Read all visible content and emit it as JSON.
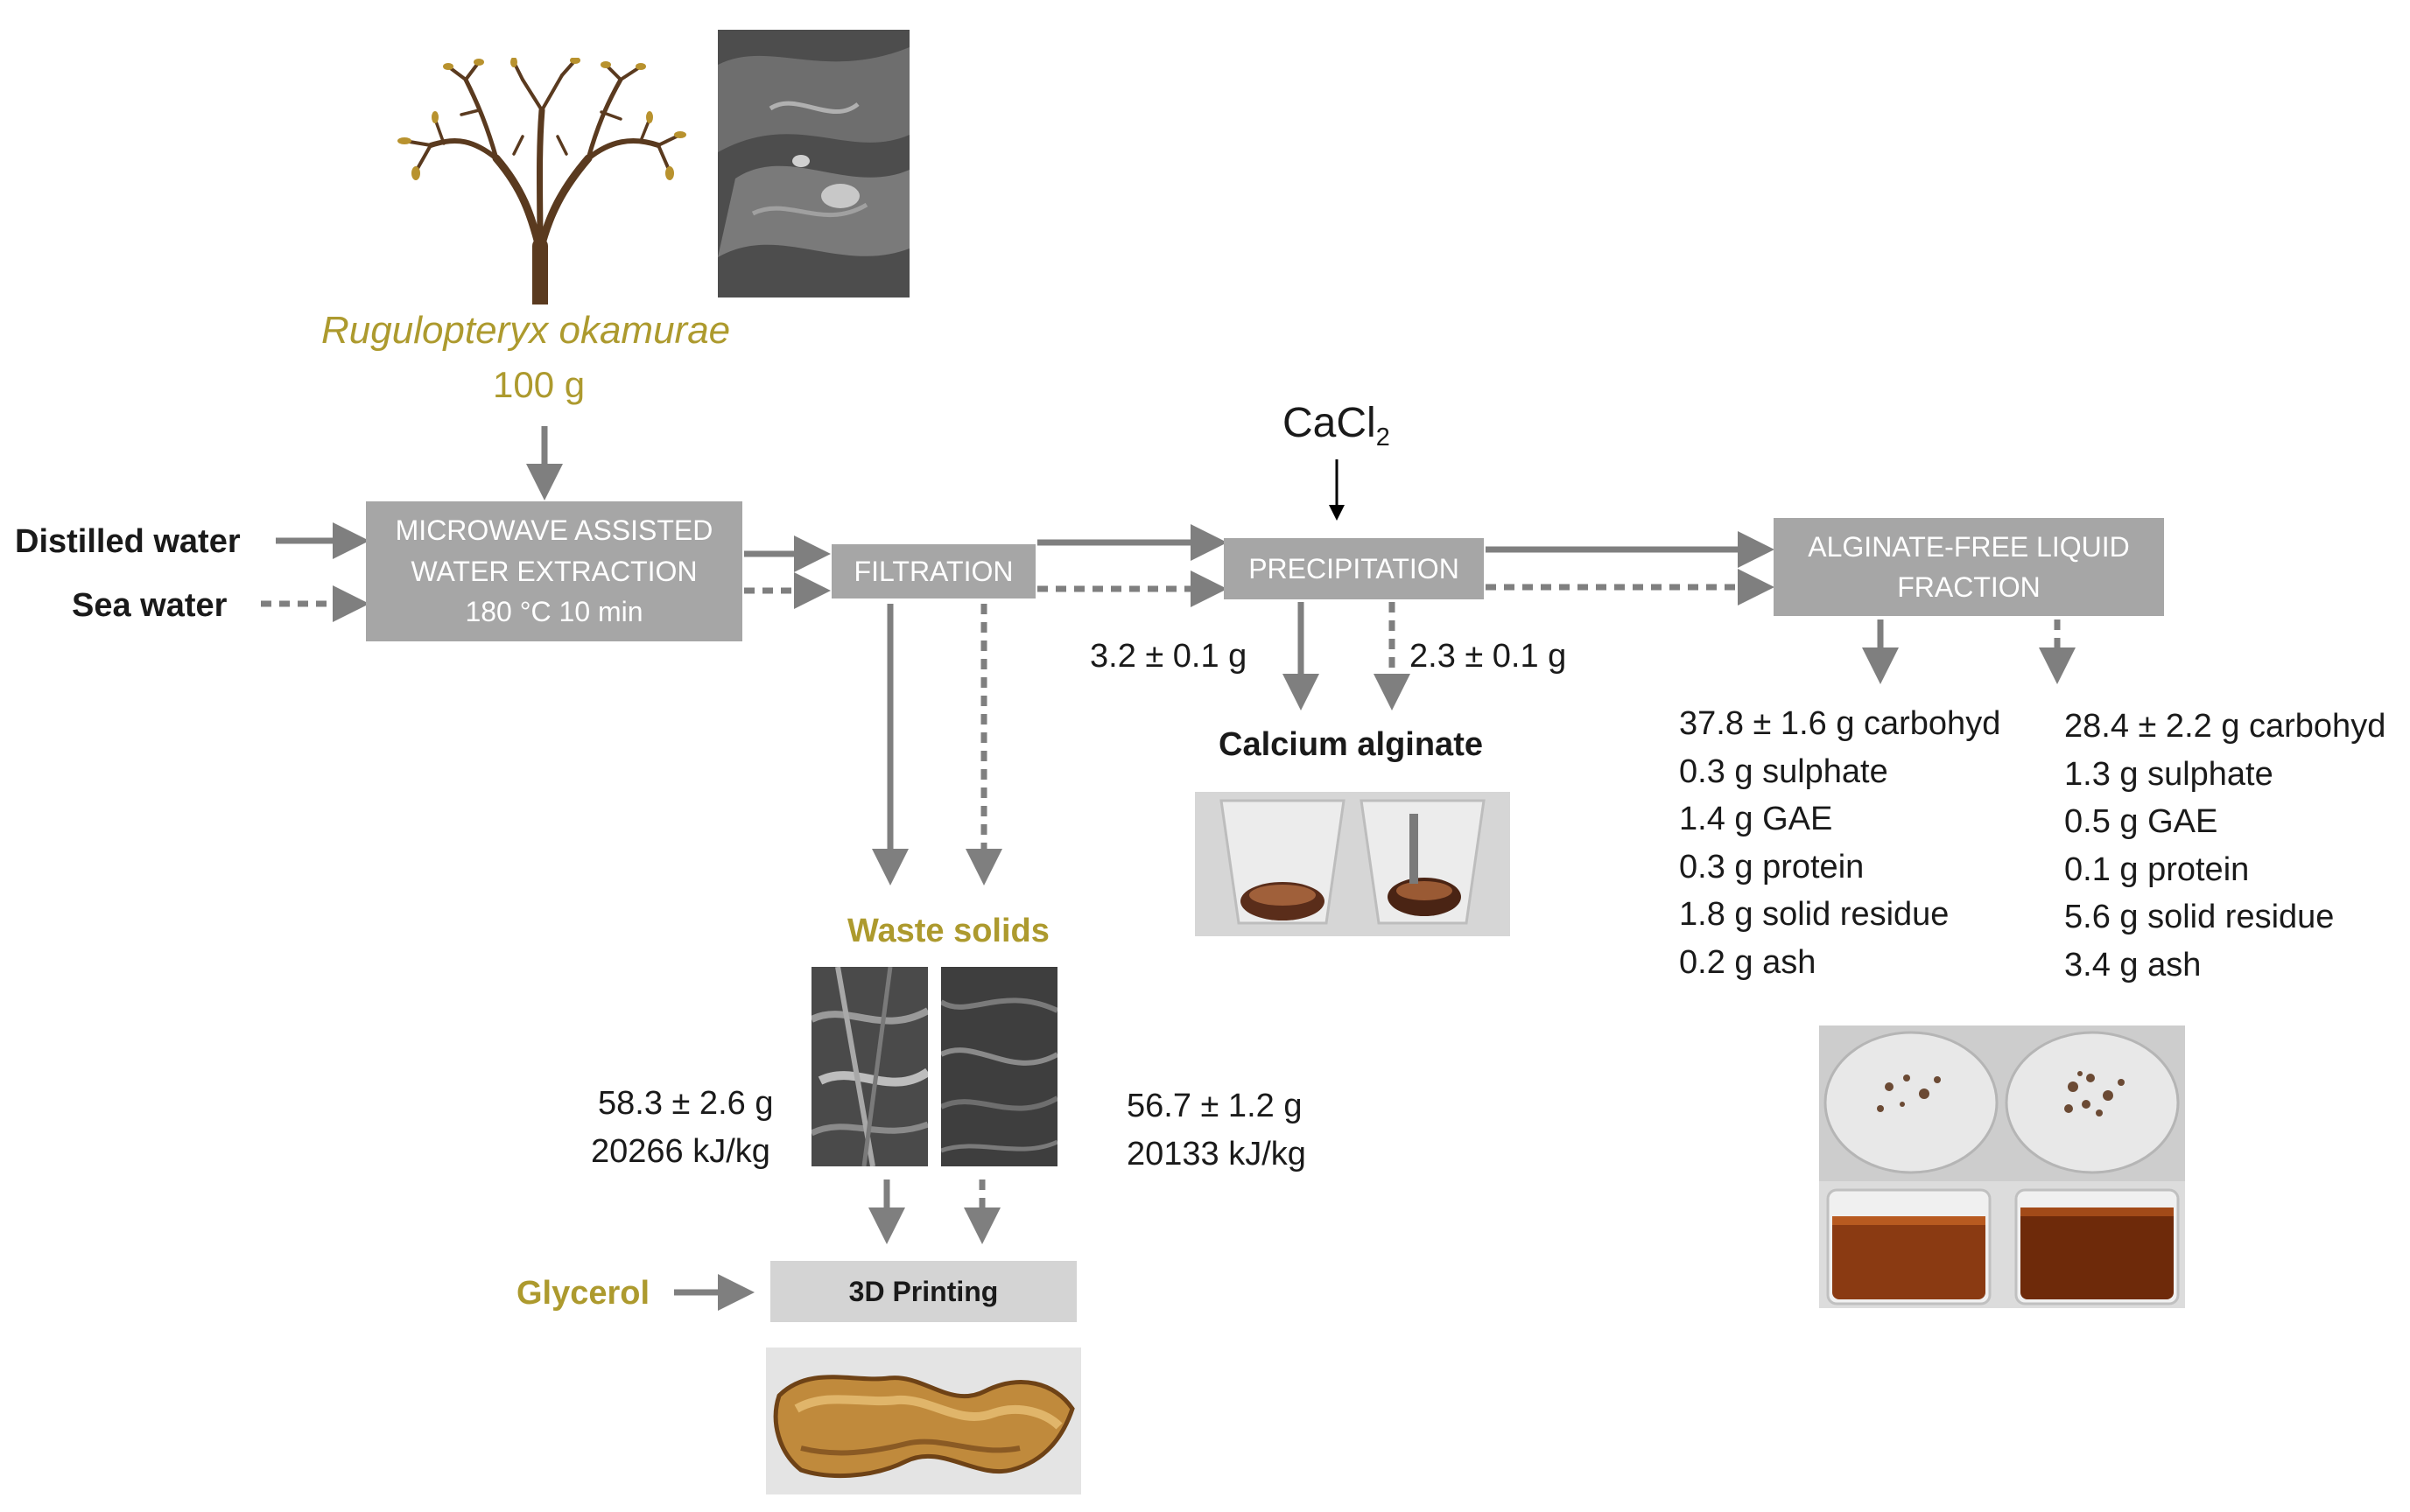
{
  "species": {
    "name": "Rugulopteryx okamurae",
    "mass": "100 g"
  },
  "inputs": {
    "distilled_water": "Distilled water",
    "sea_water": "Sea water",
    "glycerol": "Glycerol"
  },
  "reagent": {
    "base": "CaCl",
    "subscript": "2"
  },
  "steps": {
    "extraction": {
      "line1": "MICROWAVE ASSISTED",
      "line2": "WATER EXTRACTION",
      "line3": "180 °C 10 min"
    },
    "filtration": "FILTRATION",
    "precipitation": "PRECIPITATION",
    "alginate_free": {
      "line1": "ALGINATE-FREE LIQUID",
      "line2": "FRACTION"
    },
    "printing": "3D Printing"
  },
  "calcium_alginate": {
    "label": "Calcium alginate",
    "distilled_yield": "3.2 ±  0.1 g",
    "sea_yield": "2.3 ± 0.1 g"
  },
  "waste_solids": {
    "label": "Waste solids",
    "distilled": {
      "mass": "58.3 ± 2.6 g",
      "energy": "20266 kJ/kg"
    },
    "sea": {
      "mass": "56.7 ± 1.2 g",
      "energy": "20133 kJ/kg"
    }
  },
  "liquid_fraction": {
    "distilled": [
      "37.8 ± 1.6 g carbohyd",
      "0.3 g sulphate",
      "1.4 g GAE",
      "0.3 g protein",
      "1.8 g solid residue",
      "0.2 g ash"
    ],
    "sea": [
      "28.4 ± 2.2 g carbohyd",
      "1.3 g sulphate",
      "0.5 g GAE",
      "0.1 g protein",
      "5.6 g solid residue",
      "3.4 g ash"
    ]
  },
  "colors": {
    "box": "#a6a6a6",
    "box_light": "#d4d4d4",
    "arrow": "#7f7f7f",
    "accent": "#ad9a2e"
  }
}
